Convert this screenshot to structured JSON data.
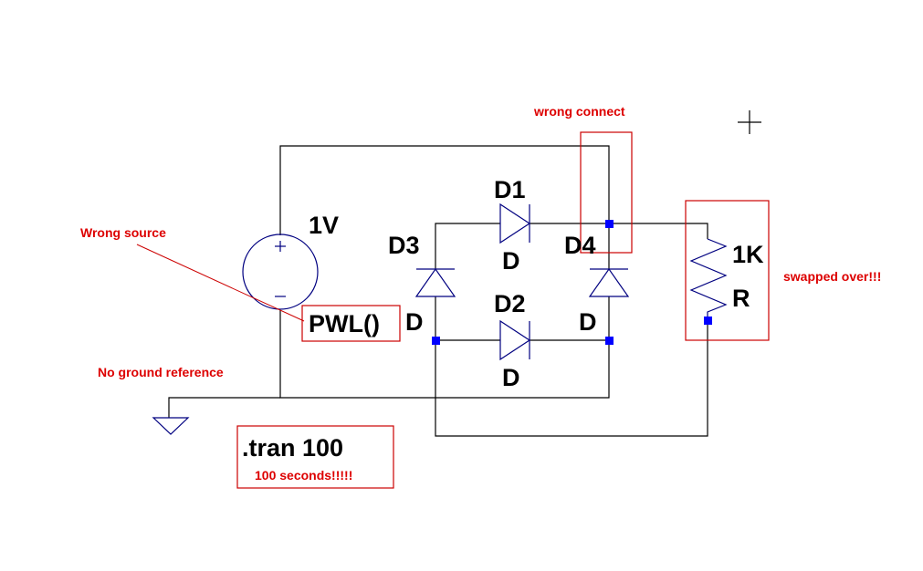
{
  "source": {
    "value": "1V",
    "function": "PWL()"
  },
  "diodes": [
    {
      "ref": "D1",
      "model": "D"
    },
    {
      "ref": "D2",
      "model": "D"
    },
    {
      "ref": "D3",
      "model": "D"
    },
    {
      "ref": "D4",
      "model": "D"
    }
  ],
  "resistor": {
    "value": "1K",
    "ref": "R"
  },
  "directive": {
    "text": ".tran 100"
  },
  "annotations": {
    "wrong_source": "Wrong source",
    "wrong_connect": "wrong connect",
    "swapped_over": "swapped over!!!",
    "no_ground": "No ground reference",
    "seconds_note": "100 seconds!!!!!"
  },
  "colors": {
    "wire": "#000000",
    "component": "#000080",
    "annotation": "#cc0000",
    "node": "#0000ff"
  }
}
